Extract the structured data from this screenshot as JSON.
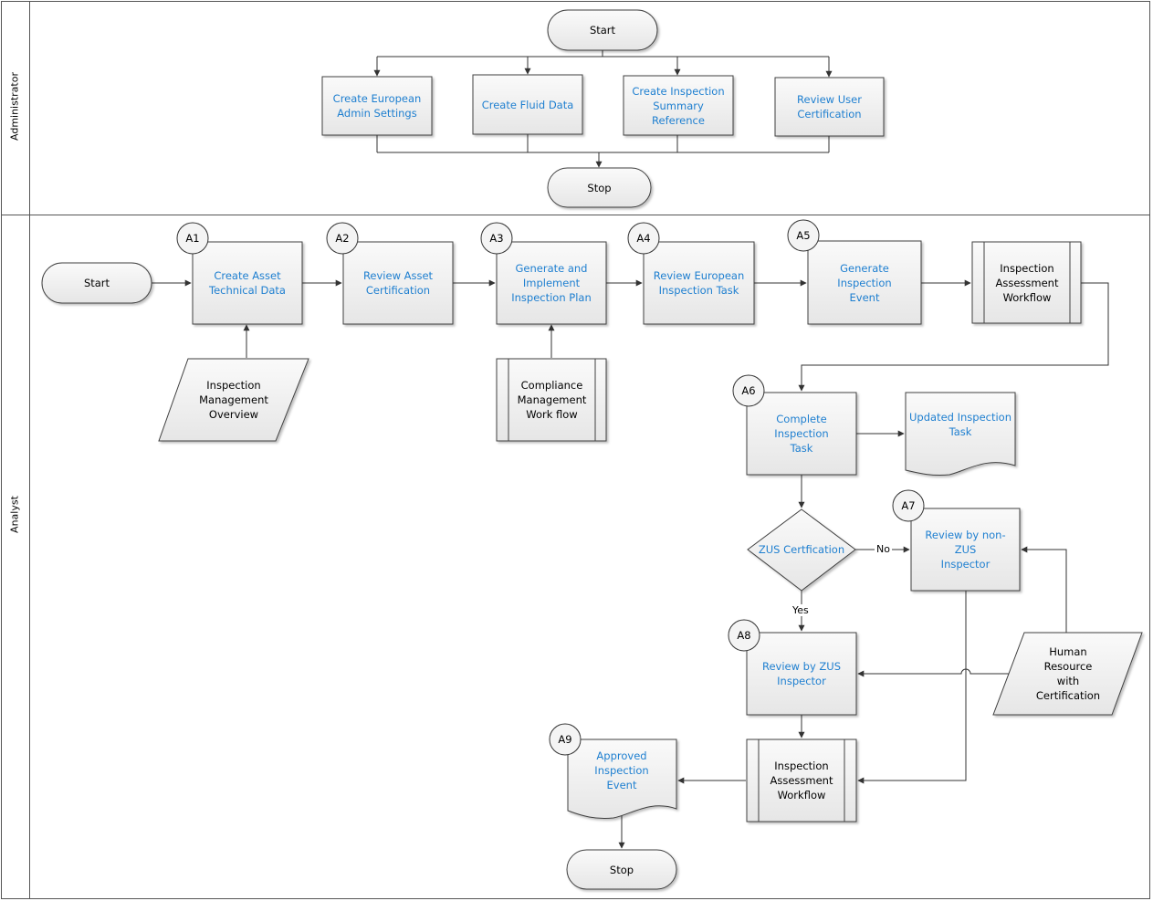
{
  "lanes": {
    "administrator": "Administrator",
    "analyst": "Analyst"
  },
  "admin": {
    "start": "Start",
    "stop": "Stop",
    "steps": [
      "Create European\nAdmin Settings",
      "Create Fluid Data",
      "Create Inspection\nSummary Reference",
      "Review User\nCertification"
    ]
  },
  "analyst": {
    "start": "Start",
    "badges": [
      "A1",
      "A2",
      "A3",
      "A4",
      "A5",
      "A6",
      "A7",
      "A8",
      "A9"
    ],
    "steps": {
      "a1": "Create Asset\nTechnical Data",
      "a2": "Review Asset\nCertification",
      "a3": "Generate and\nImplement\nInspection Plan",
      "a4": "Review European\nInspection Task",
      "a5": "Generate Inspection\nEvent",
      "a6": "Complete Inspection\nTask",
      "a7": "Review by non-ZUS\nInspector",
      "a8": "Review by ZUS\nInspector",
      "a9": "Approved Inspection\nEvent"
    },
    "inspection_management_overview": "Inspection\nManagement\nOverview",
    "compliance_management_workflow": "Compliance\nManagement\nWork flow",
    "inspection_assessment_workflow_top": "Inspection\nAssessment\nWorkflow",
    "updated_inspection_task": "Updated Inspection\nTask",
    "decision": "ZUS Certfication",
    "decision_no": "No",
    "decision_yes": "Yes",
    "human_resource": "Human\nResource\nwith\nCertification",
    "inspection_assessment_workflow_bottom": "Inspection\nAssessment\nWorkflow",
    "stop": "Stop"
  },
  "colors": {
    "link_text": "#1e7fd0",
    "shape_fill": "#f0f0f0",
    "border": "#404040"
  }
}
